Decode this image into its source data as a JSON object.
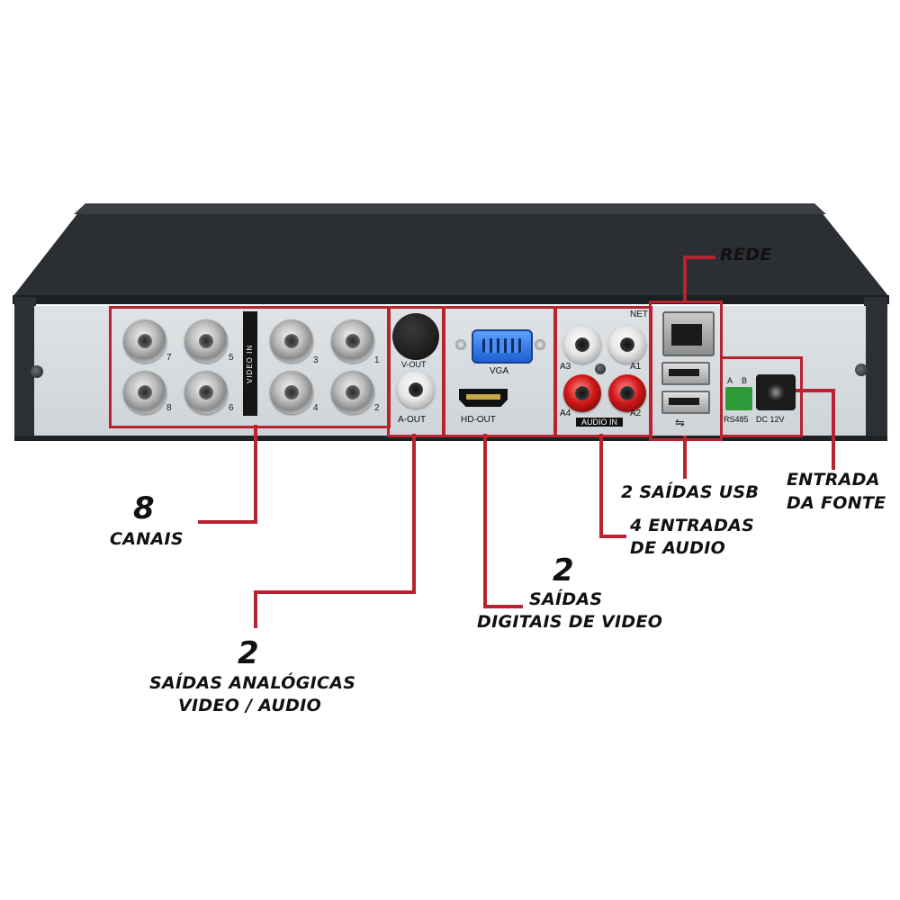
{
  "device": {
    "video_in_label": "VIDEO IN",
    "channel_numbers": [
      "7",
      "5",
      "3",
      "1",
      "8",
      "6",
      "4",
      "2"
    ],
    "vout_label": "V-OUT",
    "aout_label": "A-OUT",
    "vga_label": "VGA",
    "hdout_label": "HD-OUT",
    "audio_in_label": "AUDIO IN",
    "audio_ports": [
      "A3",
      "A1",
      "A4",
      "A2"
    ],
    "net_label": "NET",
    "rs485_label": "RS485",
    "rs485_pins": [
      "A",
      "B"
    ],
    "dc_label": "DC 12V",
    "usb_symbol": "⇋"
  },
  "annotations": {
    "rede": "REDE",
    "usb": "2 SAÍDAS USB",
    "fonte_line1": "ENTRADA",
    "fonte_line2": "DA FONTE",
    "audio_line1": "4 ENTRADAS",
    "audio_line2": "DE AUDIO",
    "canais_num": "8",
    "canais_label": "CANAIS",
    "digitais_num": "2",
    "digitais_line1": "SAÍDAS",
    "digitais_line2": "DIGITAIS DE VIDEO",
    "analog_num": "2",
    "analog_line1": "SAÍDAS ANALÓGICAS",
    "analog_line2": "VIDEO / AUDIO"
  },
  "colors": {
    "callout": "#b8232f",
    "chassis": "#2c2f33",
    "panel": "#d8dcdf"
  }
}
